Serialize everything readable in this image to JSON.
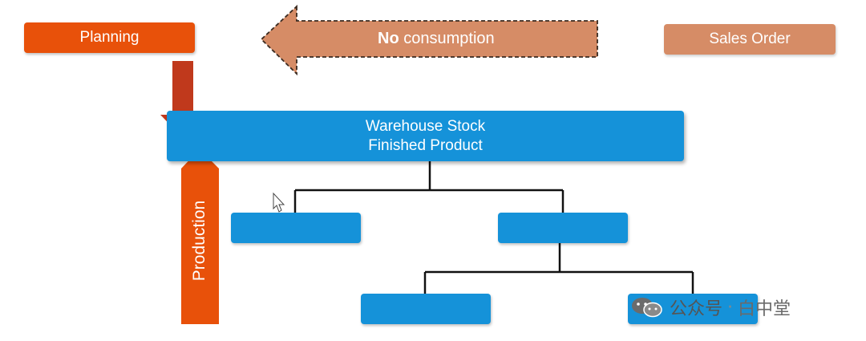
{
  "diagram": {
    "planning": {
      "label": "Planning",
      "color": "#e8510a"
    },
    "sales_order": {
      "label": "Sales Order",
      "color": "#d68c66"
    },
    "no_consumption": {
      "bold": "No",
      "rest": " consumption",
      "color": "#d68c66"
    },
    "warehouse": {
      "line1": "Warehouse Stock",
      "line2": "Finished Product",
      "color": "#1592d9"
    },
    "production": {
      "label": "Production",
      "color": "#e8510a"
    },
    "planning_arrow_color": "#c0391c",
    "connector_color": "#111111"
  },
  "watermark": {
    "icon": "wechat-icon",
    "account_label": "公众号",
    "separator": "·",
    "name": "白中堂"
  }
}
